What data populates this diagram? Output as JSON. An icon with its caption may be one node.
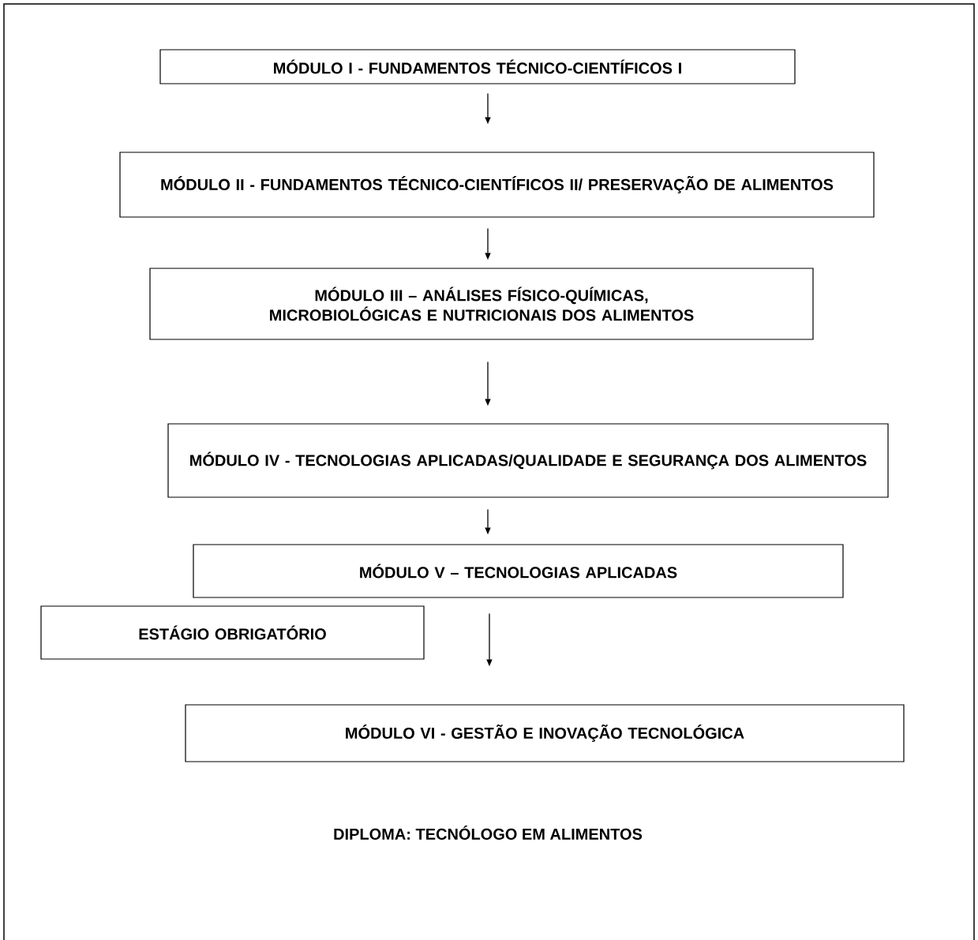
{
  "diagram": {
    "nodes": [
      {
        "text": [
          "MÓDULO I - FUNDAMENTOS TÉCNICO-CIENTÍFICOS I"
        ]
      },
      {
        "text": [
          "MÓDULO II - FUNDAMENTOS TÉCNICO-CIENTÍFICOS II/ PRESERVAÇÃO DE ALIMENTOS"
        ]
      },
      {
        "text": [
          "MÓDULO III – ANÁLISES FÍSICO-QUÍMICAS, MICROBIOLÓGICAS E NUTRICIONAIS DOS ALIMENTOS"
        ]
      },
      {
        "text": [
          "MÓDULO IV - TECNOLOGIAS APLICADAS/QUALIDADE E SEGURANÇA DOS ALIMENTOS"
        ]
      },
      {
        "text": [
          "MÓDULO V – TECNOLOGIAS APLICADAS"
        ]
      },
      {
        "text": [
          "ESTÁGIO OBRIGATÓRIO"
        ]
      },
      {
        "text": [
          "MÓDULO VI - GESTÃO E INOVAÇÃO TECNOLÓGICA"
        ]
      }
    ],
    "edges": [
      {
        "from": 0,
        "to": 1,
        "arrow": "to"
      },
      {
        "from": 1,
        "to": 2,
        "arrow": "to"
      },
      {
        "from": 2,
        "to": 3,
        "arrow": "to"
      },
      {
        "from": 3,
        "to": 4,
        "arrow": "to"
      },
      {
        "from": 4,
        "to": 6,
        "arrow": "to"
      }
    ],
    "labels": [
      "DIPLOMA: TECNÓLOGO EM ALIMENTOS"
    ]
  }
}
